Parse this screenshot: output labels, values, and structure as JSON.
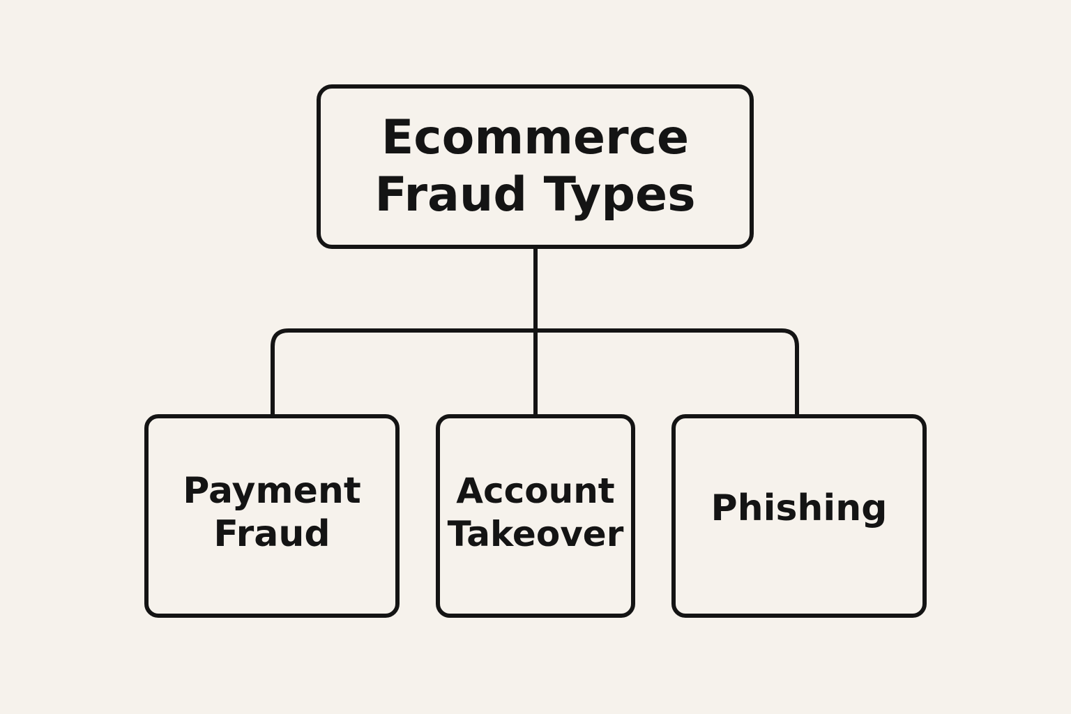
{
  "diagram": {
    "root": {
      "label": "Ecommerce\nFraud Types"
    },
    "children": [
      {
        "label": "Payment\nFraud"
      },
      {
        "label": "Account\nTakeover"
      },
      {
        "label": "Phishing"
      }
    ]
  },
  "colors": {
    "background": "#f6f2ec",
    "stroke": "#141414",
    "text": "#141414"
  }
}
